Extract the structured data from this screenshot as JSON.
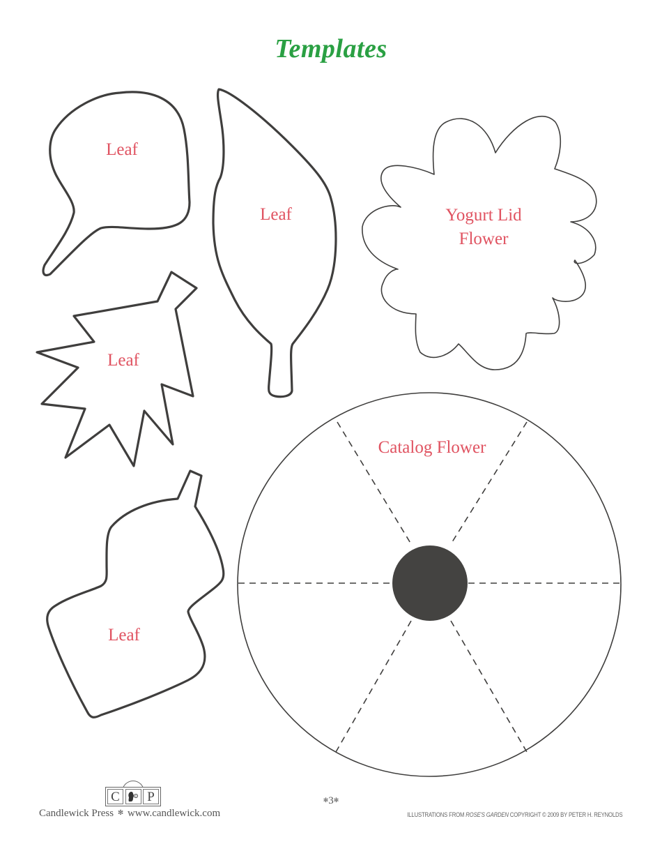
{
  "page": {
    "title": "Templates",
    "title_color": "#2aa043",
    "label_color": "#e05361",
    "outline_color": "#3f3e3d"
  },
  "templates": [
    {
      "id": "leaf-1",
      "label": "Leaf",
      "shape": "round leaf with diagonal stem",
      "stroke": "thick"
    },
    {
      "id": "leaf-2",
      "label": "Leaf",
      "shape": "tall pointed leaf with straight stem",
      "stroke": "thick"
    },
    {
      "id": "leaf-3",
      "label": "Leaf",
      "shape": "jagged maple-like leaf",
      "stroke": "thick"
    },
    {
      "id": "leaf-4",
      "label": "Leaf",
      "shape": "wavy lobed leaf with short stem",
      "stroke": "thick"
    },
    {
      "id": "yogurt-lid-flower",
      "label_line1": "Yogurt Lid",
      "label_line2": "Flower",
      "shape": "scalloped flower with 11 petals",
      "stroke": "thin"
    },
    {
      "id": "catalog-flower",
      "label": "Catalog Flower",
      "shape": "circle divided into 6 segments by dashed lines with solid dark center",
      "stroke": "thin",
      "segments": 6
    }
  ],
  "footer": {
    "logo_left": "C",
    "logo_right": "P",
    "publisher": "Candlewick Press",
    "separator": "✻",
    "website": "www.candlewick.com",
    "page_number": "3",
    "copyright_prefix": "ILLUSTRATIONS FROM ",
    "copyright_title": "ROSE'S GARDEN",
    "copyright_suffix": " COPYRIGHT © 2009 BY PETER H. REYNOLDS"
  }
}
